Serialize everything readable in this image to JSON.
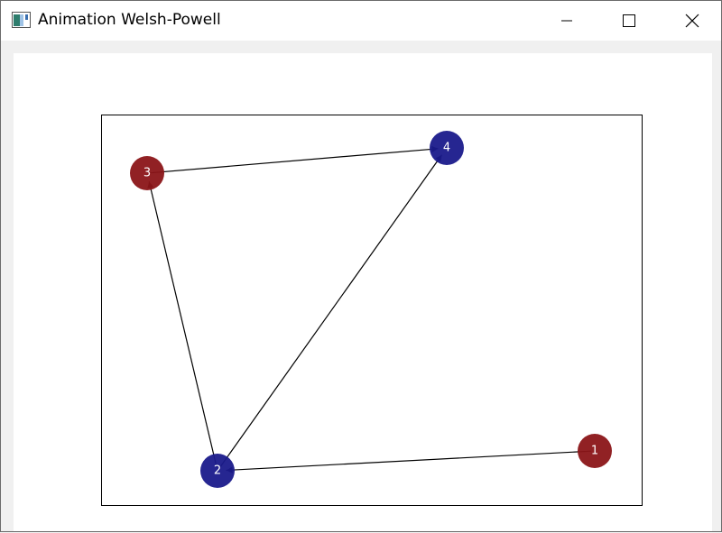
{
  "window": {
    "title": "Animation Welsh-Powell",
    "icon": "app-window-icon",
    "controls": {
      "minimize": "minimize-icon",
      "maximize": "maximize-icon",
      "close": "close-icon"
    }
  },
  "graph": {
    "colors": {
      "red": "#8b1518",
      "blue": "#1a1a8b",
      "edge": "#000000"
    },
    "nodes": [
      {
        "id": "1",
        "label": "1",
        "color": "red"
      },
      {
        "id": "2",
        "label": "2",
        "color": "blue"
      },
      {
        "id": "3",
        "label": "3",
        "color": "red"
      },
      {
        "id": "4",
        "label": "4",
        "color": "blue"
      }
    ],
    "edges": [
      {
        "from": "1",
        "to": "2"
      },
      {
        "from": "2",
        "to": "3"
      },
      {
        "from": "2",
        "to": "4"
      },
      {
        "from": "3",
        "to": "4"
      }
    ]
  }
}
